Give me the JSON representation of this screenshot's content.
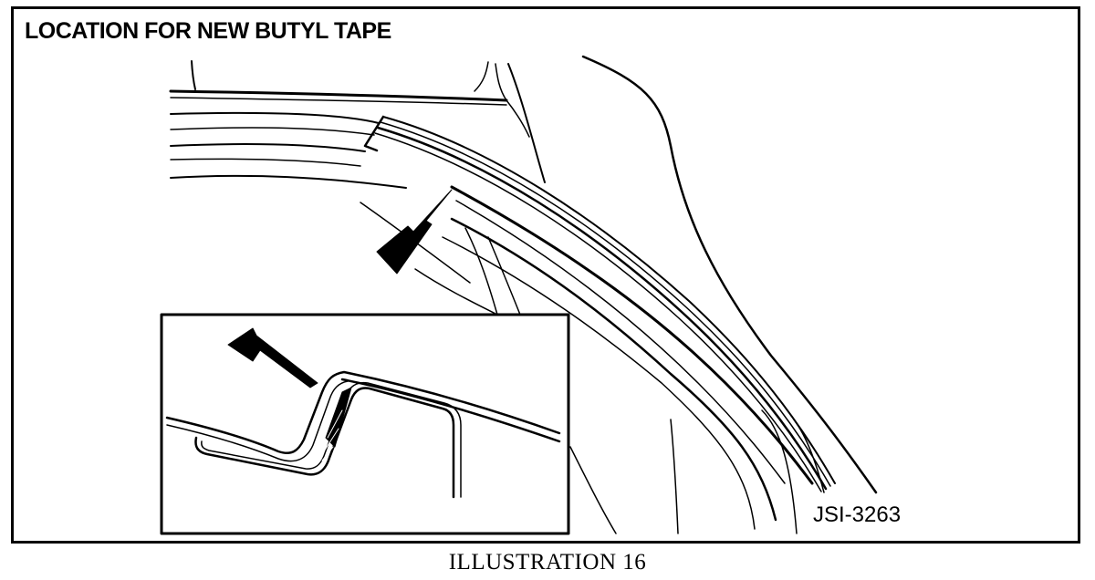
{
  "diagram": {
    "title": "LOCATION FOR NEW BUTYL TAPE",
    "code": "JSI-3263",
    "caption": "ILLUSTRATION 16"
  }
}
